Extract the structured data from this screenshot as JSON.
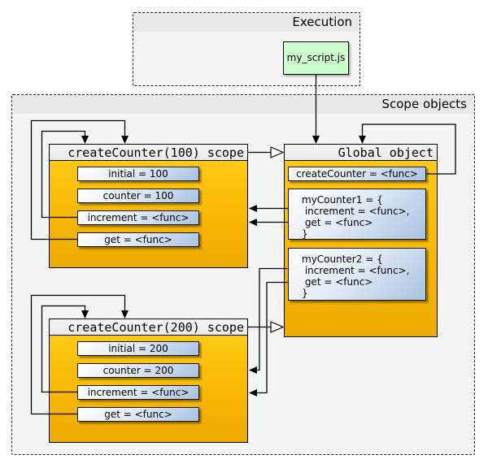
{
  "execution": {
    "title": "Execution",
    "script_label": "my_script.js"
  },
  "scope_objects": {
    "title": "Scope objects"
  },
  "scope100": {
    "title": "createCounter(100) scope",
    "vars": [
      "initial = 100",
      "counter = 100",
      "increment = <func>",
      "get = <func>"
    ]
  },
  "global_object": {
    "title": "Global object",
    "create_counter": "createCounter = <func>",
    "my_counter1": "myCounter1 = {\n increment = <func>,\n get = <func>\n}",
    "my_counter2": "myCounter2 = {\n increment = <func>,\n get = <func>\n}"
  },
  "scope200": {
    "title": "createCounter(200) scope",
    "vars": [
      "initial = 200",
      "counter = 200",
      "increment = <func>",
      "get = <func>"
    ]
  },
  "edges": [
    {
      "from": "my_script.js",
      "to": "Global object",
      "arrow": "filled"
    },
    {
      "from": "createCounter = <func>",
      "to": "Global object",
      "arrow": "filled"
    },
    {
      "from": "increment = <func> (scope 100)",
      "to": "createCounter(100) scope",
      "arrow": "filled"
    },
    {
      "from": "get = <func> (scope 100)",
      "to": "createCounter(100) scope",
      "arrow": "filled"
    },
    {
      "from": "createCounter(100) scope",
      "to": "Global object",
      "arrow": "hollow"
    },
    {
      "from": "myCounter1.increment",
      "to": "createCounter(100) scope",
      "arrow": "filled"
    },
    {
      "from": "myCounter1.get",
      "to": "createCounter(100) scope",
      "arrow": "filled"
    },
    {
      "from": "myCounter2.increment",
      "to": "createCounter(200) scope",
      "arrow": "filled"
    },
    {
      "from": "myCounter2.get",
      "to": "createCounter(200) scope",
      "arrow": "filled"
    },
    {
      "from": "createCounter(200) scope",
      "to": "Global object",
      "arrow": "hollow"
    },
    {
      "from": "increment = <func> (scope 200)",
      "to": "createCounter(200) scope",
      "arrow": "filled"
    },
    {
      "from": "get = <func> (scope 200)",
      "to": "createCounter(200) scope",
      "arrow": "filled"
    }
  ],
  "colors": {
    "scope_fill_gold": "#F7B703",
    "node_blue_top": "#FFFFFF",
    "node_blue_bottom": "#A9C2E2",
    "script_green": "#CCFFCC",
    "panel_fill": "#F5F5F5",
    "panel_header": "#E9E9E9",
    "box_header": "#F0F0F0",
    "line": "#000000"
  }
}
